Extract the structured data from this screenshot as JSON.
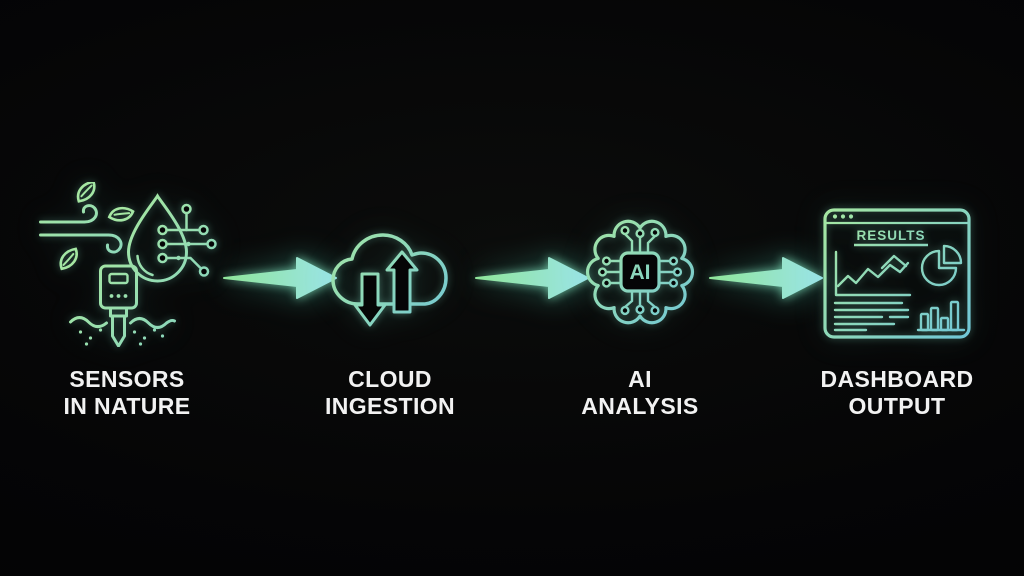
{
  "colors": {
    "gradient_start": "#a7e8a0",
    "gradient_end": "#6fc5d8",
    "arrow_start": "#8fe598",
    "arrow_end": "#9be4ea",
    "label_text": "#f2f2f2",
    "background": "#050506"
  },
  "stages": [
    {
      "id": "sensors-in-nature",
      "lines": [
        "SENSORS",
        "IN NATURE"
      ]
    },
    {
      "id": "cloud-ingestion",
      "lines": [
        "CLOUD",
        "INGESTION"
      ]
    },
    {
      "id": "ai-analysis",
      "lines": [
        "AI",
        "ANALYSIS"
      ]
    },
    {
      "id": "dashboard-output",
      "lines": [
        "DASHBOARD",
        "OUTPUT"
      ]
    }
  ],
  "icon_text": {
    "ai_chip": "AI",
    "dashboard_results": "RESULTS"
  },
  "arrows": {
    "count": 3,
    "direction": "right"
  }
}
